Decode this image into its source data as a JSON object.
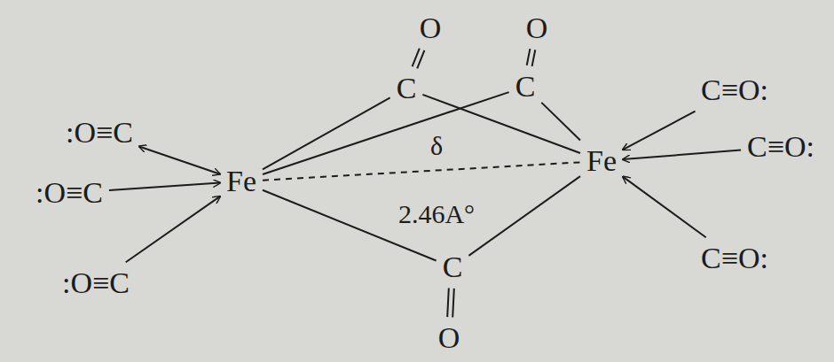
{
  "diagram": {
    "nodes": [
      {
        "text": [
          ":O≡C"
        ]
      },
      {
        "text": [
          ":O≡C"
        ]
      },
      {
        "text": [
          ":O≡C"
        ]
      },
      {
        "text": [
          "Fe"
        ]
      },
      {
        "text": [
          "O"
        ]
      },
      {
        "text": [
          "C"
        ]
      },
      {
        "text": [
          "O"
        ]
      },
      {
        "text": [
          "C"
        ]
      },
      {
        "text": [
          "Fe"
        ]
      },
      {
        "text": [
          "C≡O:"
        ]
      },
      {
        "text": [
          "C≡O:"
        ]
      },
      {
        "text": [
          "C≡O:"
        ]
      },
      {
        "text": [
          "C"
        ]
      },
      {
        "text": [
          "O"
        ]
      }
    ],
    "edges": [
      {
        "from": 0,
        "to": 3,
        "arrow": "both"
      },
      {
        "from": 1,
        "to": 3,
        "arrow": "to"
      },
      {
        "from": 2,
        "to": 3,
        "arrow": "to"
      },
      {
        "from": 9,
        "to": 8,
        "arrow": "to"
      },
      {
        "from": 10,
        "to": 8,
        "arrow": "to"
      },
      {
        "from": 11,
        "to": 8,
        "arrow": "to"
      },
      {
        "from": 5,
        "to": 3,
        "arrow": "none"
      },
      {
        "from": 5,
        "to": 8,
        "arrow": "none"
      },
      {
        "from": 7,
        "to": 3,
        "arrow": "none"
      },
      {
        "from": 7,
        "to": 8,
        "arrow": "none"
      },
      {
        "from": 12,
        "to": 3,
        "arrow": "none"
      },
      {
        "from": 12,
        "to": 8,
        "arrow": "none"
      },
      {
        "from": 4,
        "to": 5,
        "arrow": "none"
      },
      {
        "from": 6,
        "to": 7,
        "arrow": "none"
      },
      {
        "from": 12,
        "to": 13,
        "arrow": "none"
      },
      {
        "from": 3,
        "to": 8,
        "arrow": "none"
      }
    ],
    "labels": [
      "δ",
      "2.46A°"
    ]
  }
}
